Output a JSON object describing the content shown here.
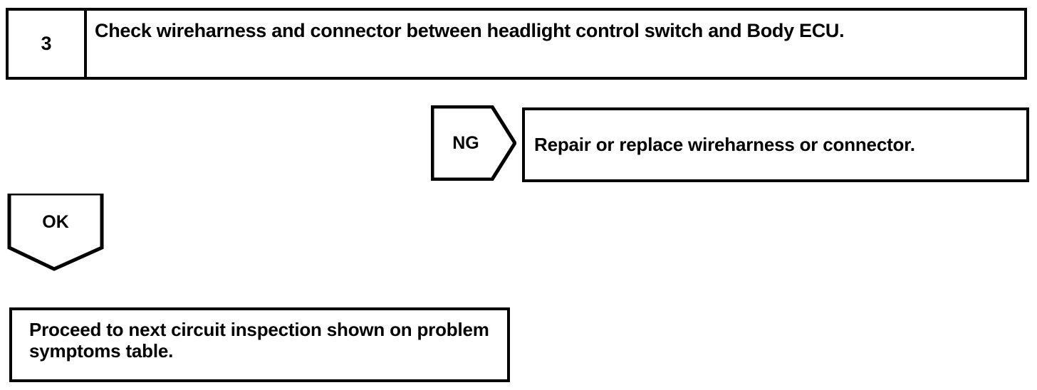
{
  "diagram": {
    "type": "troubleshooting-flowchart",
    "title": "Check wireharness and connector between headlight control switch and Body ECU.",
    "line_color": "#000000",
    "background_color": "#ffffff"
  },
  "step": {
    "number": "3",
    "instruction": "Check wireharness and connector between headlight control switch and Body ECU."
  },
  "branches": {
    "ng": {
      "label": "NG",
      "shape": "right-arrow-pentagon",
      "result": "Repair or replace wireharness or connector."
    },
    "ok": {
      "label": "OK",
      "shape": "down-arrow-pentagon",
      "result": "Proceed to next circuit inspection shown on problem symptoms table."
    }
  }
}
